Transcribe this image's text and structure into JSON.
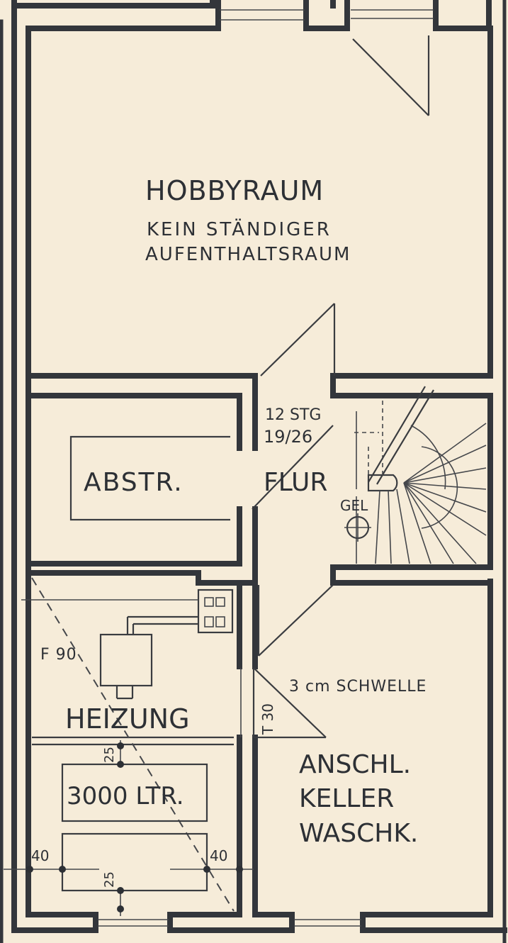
{
  "rooms": {
    "hobby": {
      "name": "HOBBYRAUM",
      "note_line1": "KEIN STÄNDIGER",
      "note_line2": "AUFENTHALTSRAUM"
    },
    "storage": {
      "name": "ABSTR."
    },
    "hall": {
      "name": "FLUR"
    },
    "heating": {
      "name": "HEIZUNG"
    },
    "utility": {
      "line1": "ANSCHL.",
      "line2": "KELLER",
      "line3": "WASCHK."
    }
  },
  "stairs": {
    "steps": "12 STG",
    "ratio": "19/26",
    "railing": "GEL"
  },
  "door_ratings": {
    "fire": "F 90",
    "heating_door": "T 30"
  },
  "threshold": "3 cm SCHWELLE",
  "tank": {
    "capacity": "3000 LTR.",
    "dim_top": "25",
    "dim_bottom": "25",
    "dim_left": "40",
    "dim_right": "40"
  },
  "colors": {
    "paper": "#f6ecd9",
    "ink": "#33363b"
  }
}
